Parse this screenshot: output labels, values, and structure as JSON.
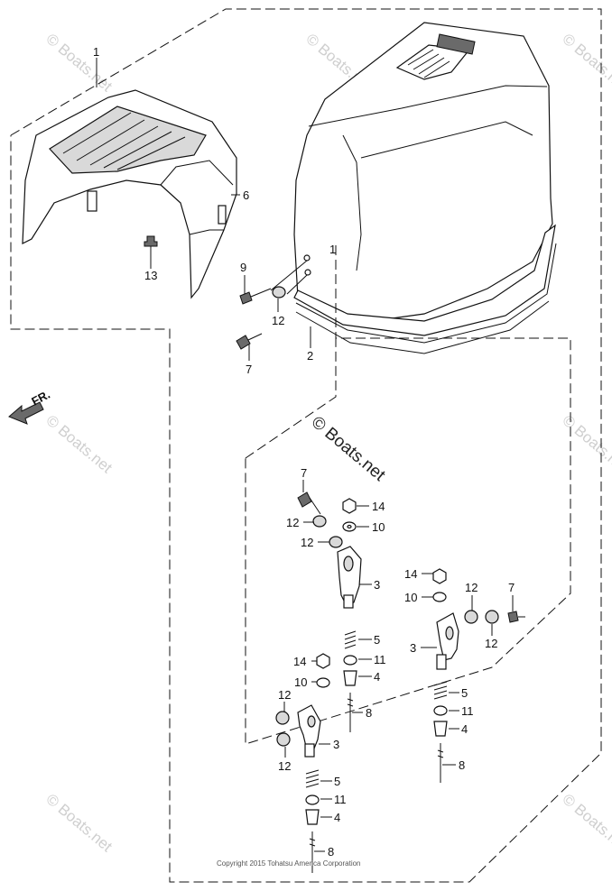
{
  "diagram": {
    "front_arrow_label": "FR.",
    "center_watermark": "© Boats.net",
    "watermarks": [
      "© Boats.net",
      "© Boats.net",
      "© Boats.net",
      "© Boats.net",
      "© Boats.net",
      "© Boats.net",
      "© Boats.net"
    ],
    "copyright": "Copyright 2015 Tohatsu America Corporation",
    "callouts": {
      "c1_top": "1",
      "c6": "6",
      "c13": "13",
      "c9": "9",
      "c12_top": "12",
      "c7_top": "7",
      "c2": "2",
      "c1_dash": "1",
      "l_7": "7",
      "l_14": "14",
      "l_12a": "12",
      "l_10": "10",
      "l_12b": "12",
      "l_3": "3",
      "l_5": "5",
      "l_11": "11",
      "l_4": "4",
      "l_8": "8",
      "m_14": "14",
      "m_10": "10",
      "m_12a": "12",
      "m_3": "3",
      "m_12b": "12",
      "m_5": "5",
      "m_11": "11",
      "m_4": "4",
      "m_8": "8",
      "r_14": "14",
      "r_10": "10",
      "r_12a": "12",
      "r_7": "7",
      "r_3": "3",
      "r_12b": "12",
      "r_5": "5",
      "r_11": "11",
      "r_4": "4",
      "r_8": "8"
    }
  }
}
